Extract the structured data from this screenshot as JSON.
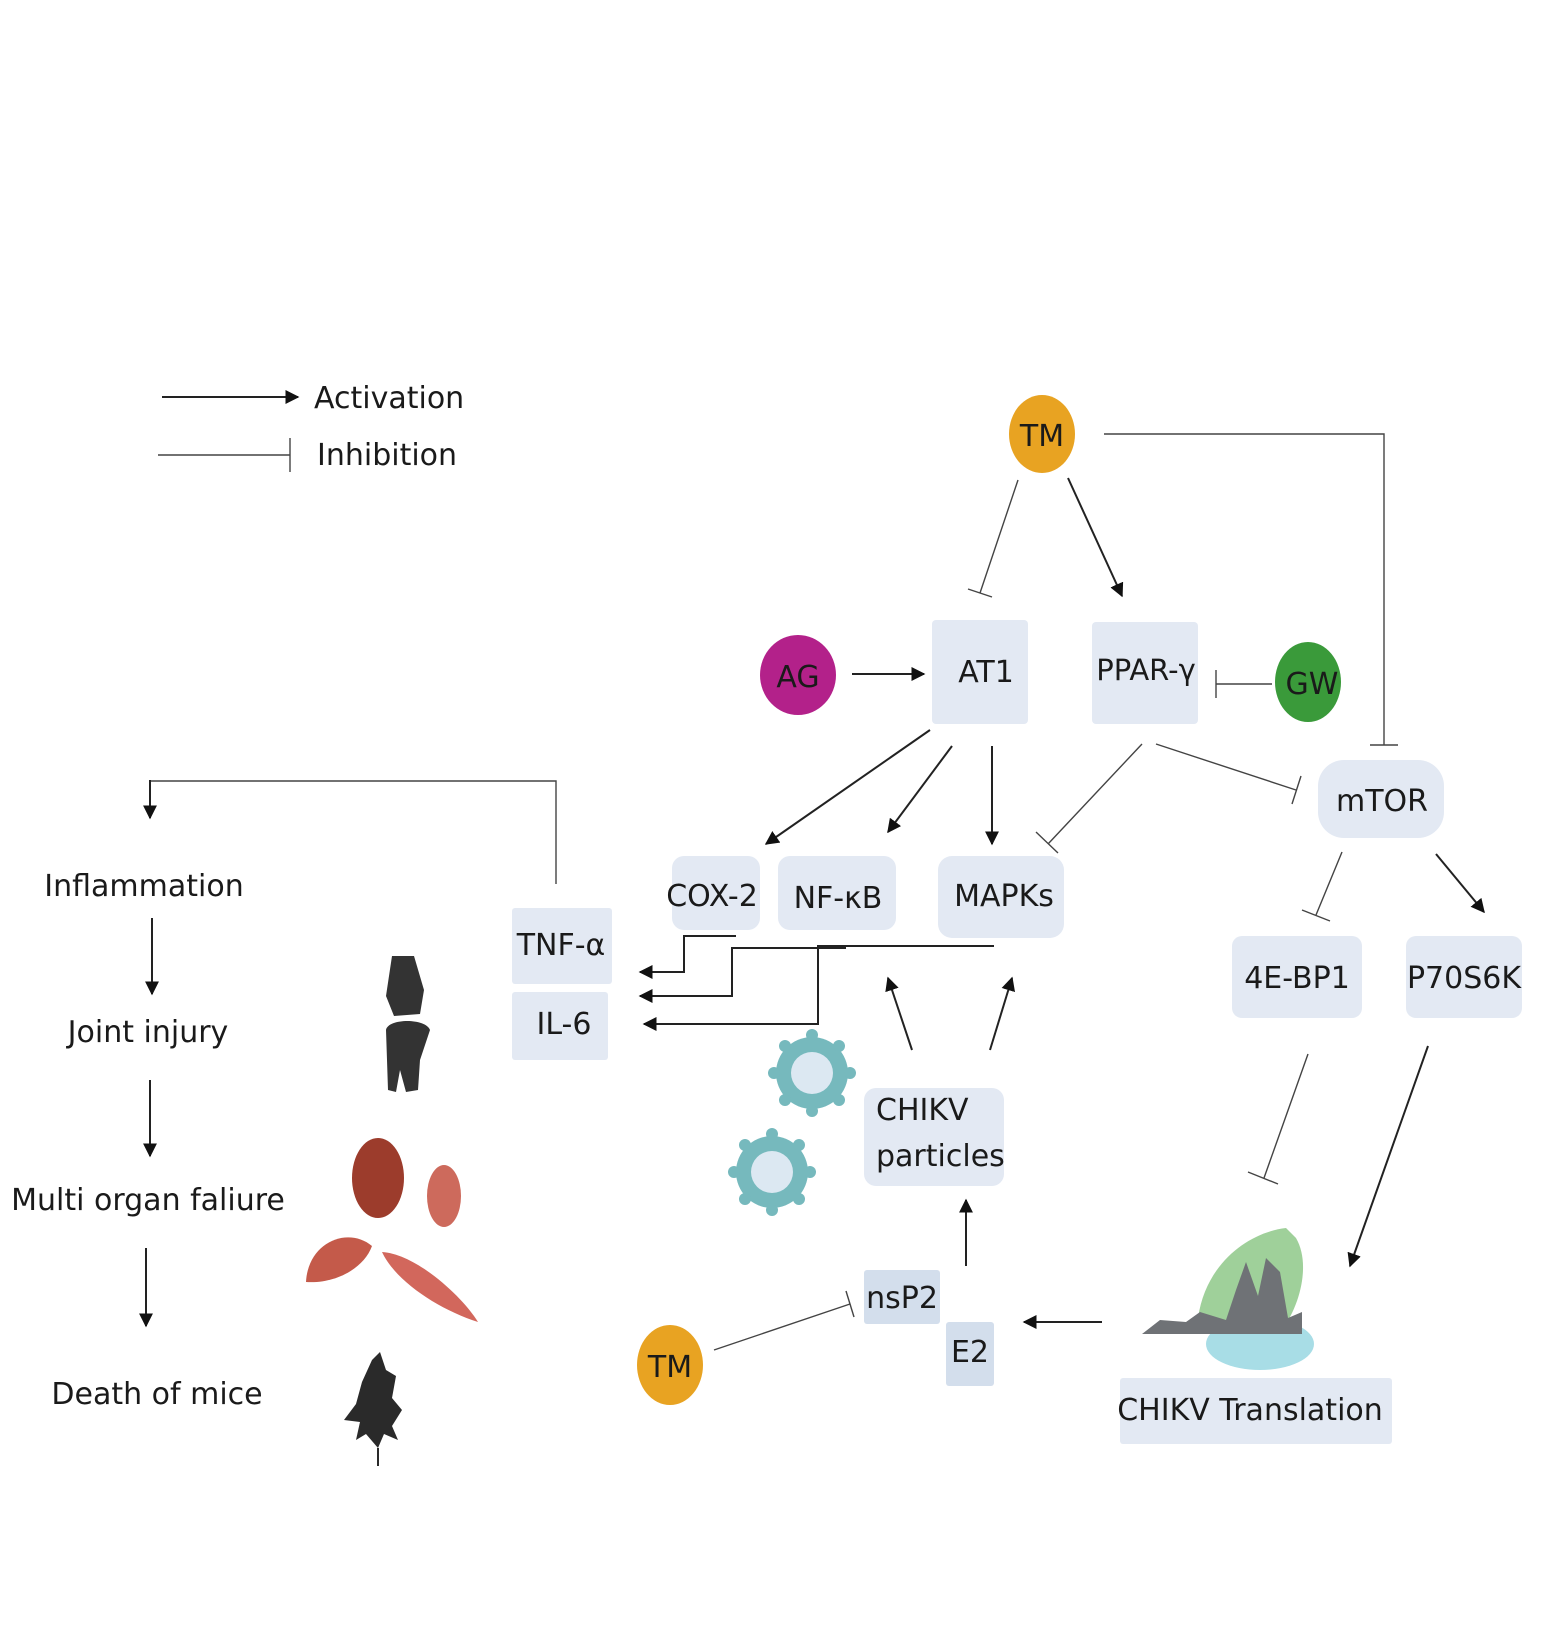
{
  "legend": {
    "activation": "Activation",
    "inhibition": "Inhibition"
  },
  "nodes": {
    "tm_top": "TM",
    "tm_bottom": "TM",
    "ag": "AG",
    "gw": "GW",
    "at1": "AT1",
    "ppar": "PPAR-γ",
    "mtor": "mTOR",
    "cox2": "COX-2",
    "nfkb": "NF-κB",
    "mapks": "MAPKs",
    "fourebp1": "4E-BP1",
    "p70s6k": "P70S6K",
    "tnfa": "TNF-α",
    "il6": "IL-6",
    "chikv_particles_line1": "CHIKV",
    "chikv_particles_line2": "particles",
    "nsp2": "nsP2",
    "e2": "E2",
    "chikv_translation": "CHIKV Translation"
  },
  "outcomes": {
    "inflammation": "Inflammation",
    "joint_injury": "Joint injury",
    "multi_organ": "Multi organ faliure",
    "death": "Death of mice"
  },
  "colors": {
    "tm": "#e8a322",
    "ag": "#b3218a",
    "gw": "#3a9a3a",
    "node_box": "#e3e9f3",
    "virus": "#76b9bd",
    "organ_dark": "#9c3c2c",
    "organ_light": "#cd6a5c",
    "ribosome_green": "#9fd09a",
    "ribosome_gray": "#6f7276",
    "mouse": "#2a2a2a",
    "joint": "#333333"
  }
}
